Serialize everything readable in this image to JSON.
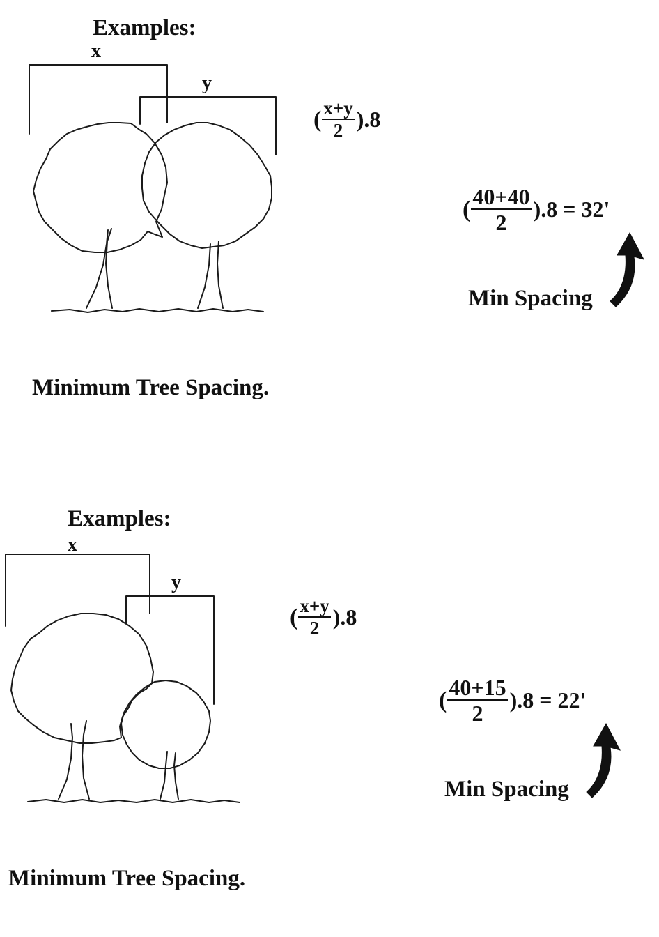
{
  "examples": [
    {
      "heading": "Examples:",
      "x_label": "x",
      "y_label": "y",
      "formula": {
        "open": "(",
        "numerator": "x+y",
        "denominator": "2",
        "close": ").8"
      },
      "result": {
        "open": "(",
        "numerator": "40+40",
        "denominator": "2",
        "close": ").8 = 32'"
      },
      "min_label": "Min Spacing",
      "caption": "Minimum Tree Spacing."
    },
    {
      "heading": "Examples:",
      "x_label": "x",
      "y_label": "y",
      "formula": {
        "open": "(",
        "numerator": "x+y",
        "denominator": "2",
        "close": ").8"
      },
      "result": {
        "open": "(",
        "numerator": "40+15",
        "denominator": "2",
        "close": ").8 = 22'"
      },
      "min_label": "Min Spacing",
      "caption": "Minimum Tree Spacing."
    }
  ]
}
